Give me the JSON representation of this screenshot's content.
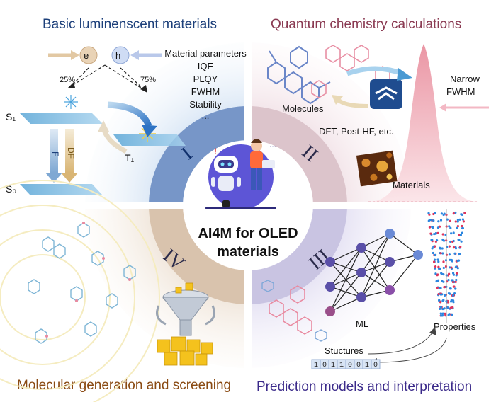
{
  "quadrants": {
    "q1": {
      "title": "Basic luminenscent materials",
      "numeral": "I",
      "electron": "e⁻",
      "hole": "h⁺",
      "singlet_pct": "25%",
      "triplet_pct": "75%",
      "s1": "S₁",
      "t1": "T₁",
      "s0": "S₀",
      "f": "F",
      "df": "DF",
      "params": [
        "Material parameters",
        "IQE",
        "PLQY",
        "FWHM",
        "Stability",
        "..."
      ]
    },
    "q2": {
      "title": "Quantum chemistry calculations",
      "numeral": "II",
      "narrow": "Narrow",
      "fwhm": "FWHM",
      "molecules": "Molecules",
      "methods": "DFT, Post-HF, etc.",
      "materials": "Materials"
    },
    "q3": {
      "title": "Prediction models and interpretation",
      "numeral": "III",
      "ml": "ML",
      "properties": "Properties",
      "structures": "Stuctures",
      "bits": "10110010"
    },
    "q4": {
      "title": "Molecular generation and screening",
      "numeral": "IV"
    }
  },
  "center": {
    "line1": "AI4M for OLED",
    "line2": "materials",
    "alert": "!",
    "dots": "..."
  },
  "colors": {
    "q1_title": "#1c3f7a",
    "q2_title": "#8a3a52",
    "q3_title": "#3b2a8a",
    "q4_title": "#8a4a12",
    "q1_bg": "#dbe8f6",
    "q2_bg": "#f3e6ea",
    "q3_bg": "#e6e3f3",
    "q4_bg": "#f2e7dc",
    "ring_blue": "#7796c8",
    "robot_circle": "#5d55d6"
  }
}
